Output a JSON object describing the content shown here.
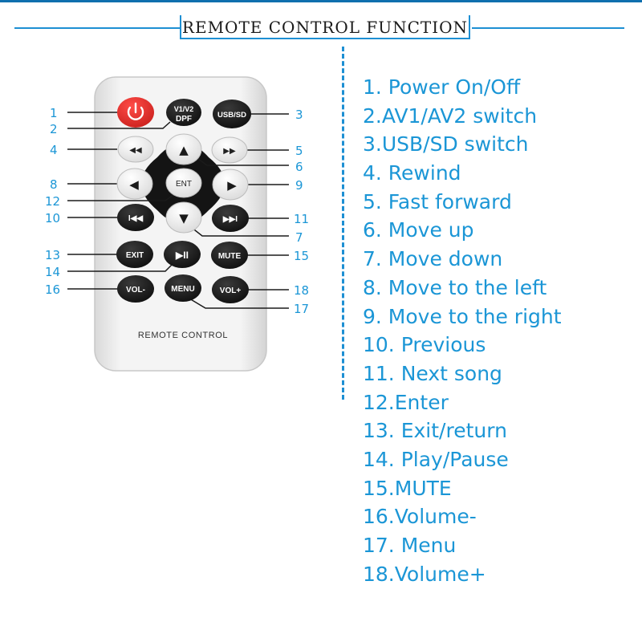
{
  "header": {
    "title": "REMOTE CONTROL FUNCTION"
  },
  "remote": {
    "footer_label": "REMOTE CONTROL",
    "buttons": {
      "power": "",
      "av": "V1/V2",
      "av_sub": "DPF",
      "usbsd": "USB/SD",
      "rewind": "◀◀",
      "up": "▲",
      "ff": "▶▶",
      "left": "◀",
      "ent": "ENT",
      "right": "▶",
      "prev": "I◀◀",
      "down": "▼",
      "next": "▶▶I",
      "exit": "EXIT",
      "playpause": "▶II",
      "mute": "MUTE",
      "voldown": "VOL-",
      "menu": "MENU",
      "volup": "VOL+"
    }
  },
  "callouts": {
    "c1": "1",
    "c2": "2",
    "c3": "3",
    "c4": "4",
    "c5": "5",
    "c6": "6",
    "c7": "7",
    "c8": "8",
    "c9": "9",
    "c10": "10",
    "c11": "11",
    "c12": "12",
    "c13": "13",
    "c14": "14",
    "c15": "15",
    "c16": "16",
    "c17": "17",
    "c18": "18"
  },
  "functions": [
    "1. Power On/Off",
    "2.AV1/AV2 switch",
    "3.USB/SD switch",
    "4. Rewind",
    "5. Fast forward",
    "6. Move up",
    "7. Move down",
    "8. Move to the left",
    "9. Move to the right",
    "10. Previous",
    "11. Next song",
    "12.Enter",
    "13. Exit/return",
    "14. Play/Pause",
    "15.MUTE",
    "16.Volume-",
    "17. Menu",
    "18.Volume+"
  ],
  "colors": {
    "accent": "#1b96d6",
    "power_button": "#e8332f",
    "button_dark": "#1c1c1c",
    "remote_body": "#ececec"
  },
  "icons": {
    "power": "power-icon"
  }
}
